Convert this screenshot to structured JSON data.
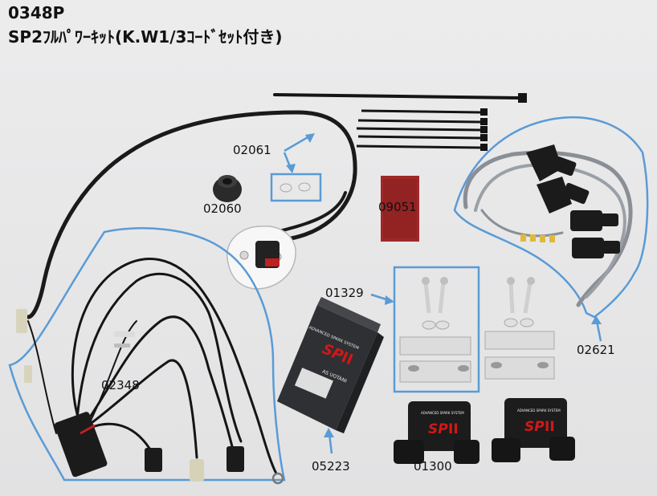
{
  "header": {
    "code": "0348P",
    "name": "SP2ﾌﾙﾊﾟﾜｰｷｯﾄ(K.W1/3ｺｰﾄﾞｾｯﾄ付き)"
  },
  "parts": [
    {
      "id": "02061",
      "label": "02061"
    },
    {
      "id": "02060",
      "label": "02060"
    },
    {
      "id": "09051",
      "label": "09051"
    },
    {
      "id": "01329",
      "label": "01329"
    },
    {
      "id": "02348",
      "label": "02348"
    },
    {
      "id": "02621",
      "label": "02621"
    },
    {
      "id": "05223",
      "label": "05223"
    },
    {
      "id": "01300",
      "label": "01300"
    }
  ],
  "product": {
    "unit_brand": "SP",
    "unit_mark": "II",
    "unit_caption": "ADVANCED SPARK SYSTEM",
    "unit_maker": "AS UOTANI",
    "coil_brand": "SP",
    "coil_mark": "II",
    "coil_caption": "ADVANCED SPARK SYSTEM"
  },
  "colors": {
    "background": "#e9e9ea",
    "outline": "#5a9bd5",
    "cable": "#1a1a1a",
    "accent_red": "#d01818"
  }
}
